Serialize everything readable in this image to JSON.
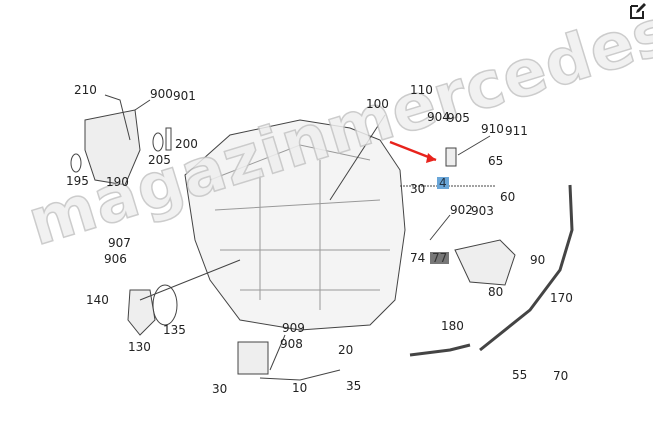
{
  "toolbar": {
    "edit_icon": "edit-icon"
  },
  "watermark": "magazinmercedes.ru",
  "labels": [
    {
      "id": "210",
      "text": "210"
    },
    {
      "id": "900",
      "text": "900"
    },
    {
      "id": "901",
      "text": "901"
    },
    {
      "id": "200",
      "text": "200"
    },
    {
      "id": "205",
      "text": "205"
    },
    {
      "id": "195",
      "text": "195"
    },
    {
      "id": "190",
      "text": "190"
    },
    {
      "id": "110",
      "text": "110"
    },
    {
      "id": "100",
      "text": "100"
    },
    {
      "id": "904",
      "text": "904"
    },
    {
      "id": "905",
      "text": "905"
    },
    {
      "id": "910",
      "text": "910"
    },
    {
      "id": "911",
      "text": "911"
    },
    {
      "id": "65",
      "text": "65"
    },
    {
      "id": "4",
      "text": "4"
    },
    {
      "id": "30a",
      "text": "30"
    },
    {
      "id": "60",
      "text": "60"
    },
    {
      "id": "902",
      "text": "902"
    },
    {
      "id": "903",
      "text": "903"
    },
    {
      "id": "74",
      "text": "74"
    },
    {
      "id": "77",
      "text": "77"
    },
    {
      "id": "90",
      "text": "90"
    },
    {
      "id": "80",
      "text": "80"
    },
    {
      "id": "170",
      "text": "170"
    },
    {
      "id": "907",
      "text": "907"
    },
    {
      "id": "906",
      "text": "906"
    },
    {
      "id": "140",
      "text": "140"
    },
    {
      "id": "135",
      "text": "135"
    },
    {
      "id": "130",
      "text": "130"
    },
    {
      "id": "909",
      "text": "909"
    },
    {
      "id": "908",
      "text": "908"
    },
    {
      "id": "20",
      "text": "20"
    },
    {
      "id": "180",
      "text": "180"
    },
    {
      "id": "55",
      "text": "55"
    },
    {
      "id": "70",
      "text": "70"
    },
    {
      "id": "30b",
      "text": "30"
    },
    {
      "id": "10",
      "text": "10"
    },
    {
      "id": "35",
      "text": "35"
    }
  ],
  "colors": {
    "arrow": "#e8231c",
    "highlight": "#6aa6d8"
  }
}
